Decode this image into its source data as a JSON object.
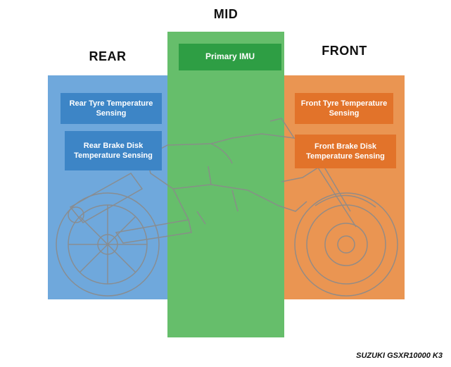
{
  "headings": {
    "rear": "REAR",
    "mid": "MID",
    "front": "FRONT"
  },
  "sensors": {
    "primary_imu": "Primary IMU",
    "rear_tyre": "Rear Tyre Temperature Sensing",
    "rear_brake": "Rear Brake Disk Temperature Sensing",
    "front_tyre": "Front Tyre Temperature Sensing",
    "front_brake": "Front Brake Disk Temperature Sensing"
  },
  "caption": "SUZUKI GSXR10000 K3",
  "colors": {
    "rear_zone": "#6FA8DC",
    "rear_box": "#3D85C6",
    "mid_zone": "#66BE6B",
    "mid_box": "#2E9E44",
    "front_zone": "#EA9552",
    "front_box": "#E2732A",
    "sketch_stroke": "#8B8B8B",
    "heading_text": "#111111"
  },
  "illustration": "suzuki-gsxr1000-sportbike-outline-side-view-facing-right"
}
